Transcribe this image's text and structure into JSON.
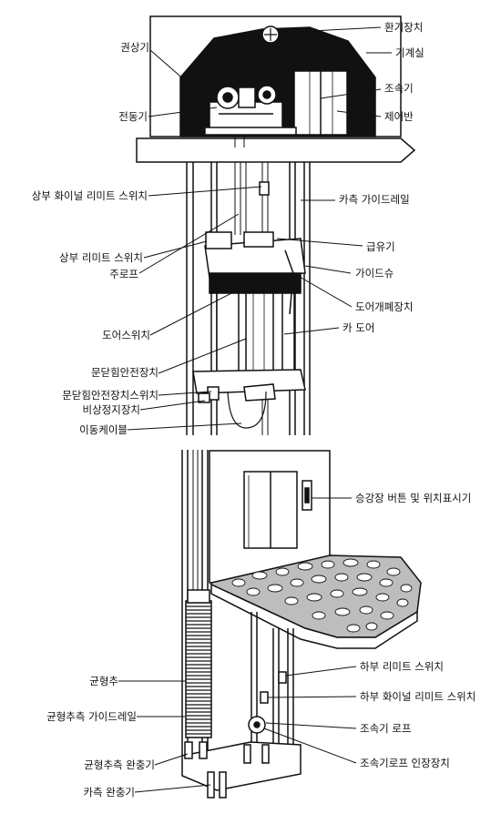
{
  "labels": {
    "ventilation": "환기장치",
    "hoist": "권상기",
    "machine_room": "기계실",
    "governor": "조속기",
    "motor": "전동기",
    "control_panel": "제어반",
    "upper_final_limit_switch": "상부 화이널 리미트 스위치",
    "car_guide_rail": "카측 가이드레일",
    "upper_limit_switch": "상부 리미트 스위치",
    "oiler": "급유기",
    "main_rope": "주로프",
    "guide_shoe": "가이드슈",
    "door_operator": "도어개폐장치",
    "door_switch": "도어스위치",
    "car_door": "카 도어",
    "door_safety_device": "문닫힘안전장치",
    "door_safety_switch": "문닫힘안전장치스위치",
    "emergency_stop": "비상정지장치",
    "traveling_cable": "이동케이블",
    "hall_button_indicator": "승강장 버튼 및 위치표시기",
    "counterweight": "균형추",
    "lower_limit_switch": "하부 리미트 스위치",
    "cw_guide_rail": "균형추측 가이드레일",
    "lower_final_limit_switch": "하부 화이널 리미트 스위치",
    "governor_rope": "조속기 로프",
    "cw_buffer": "균형추측 완충기",
    "governor_tension": "조속기로프 인장장치",
    "car_buffer": "카측 완충기"
  }
}
